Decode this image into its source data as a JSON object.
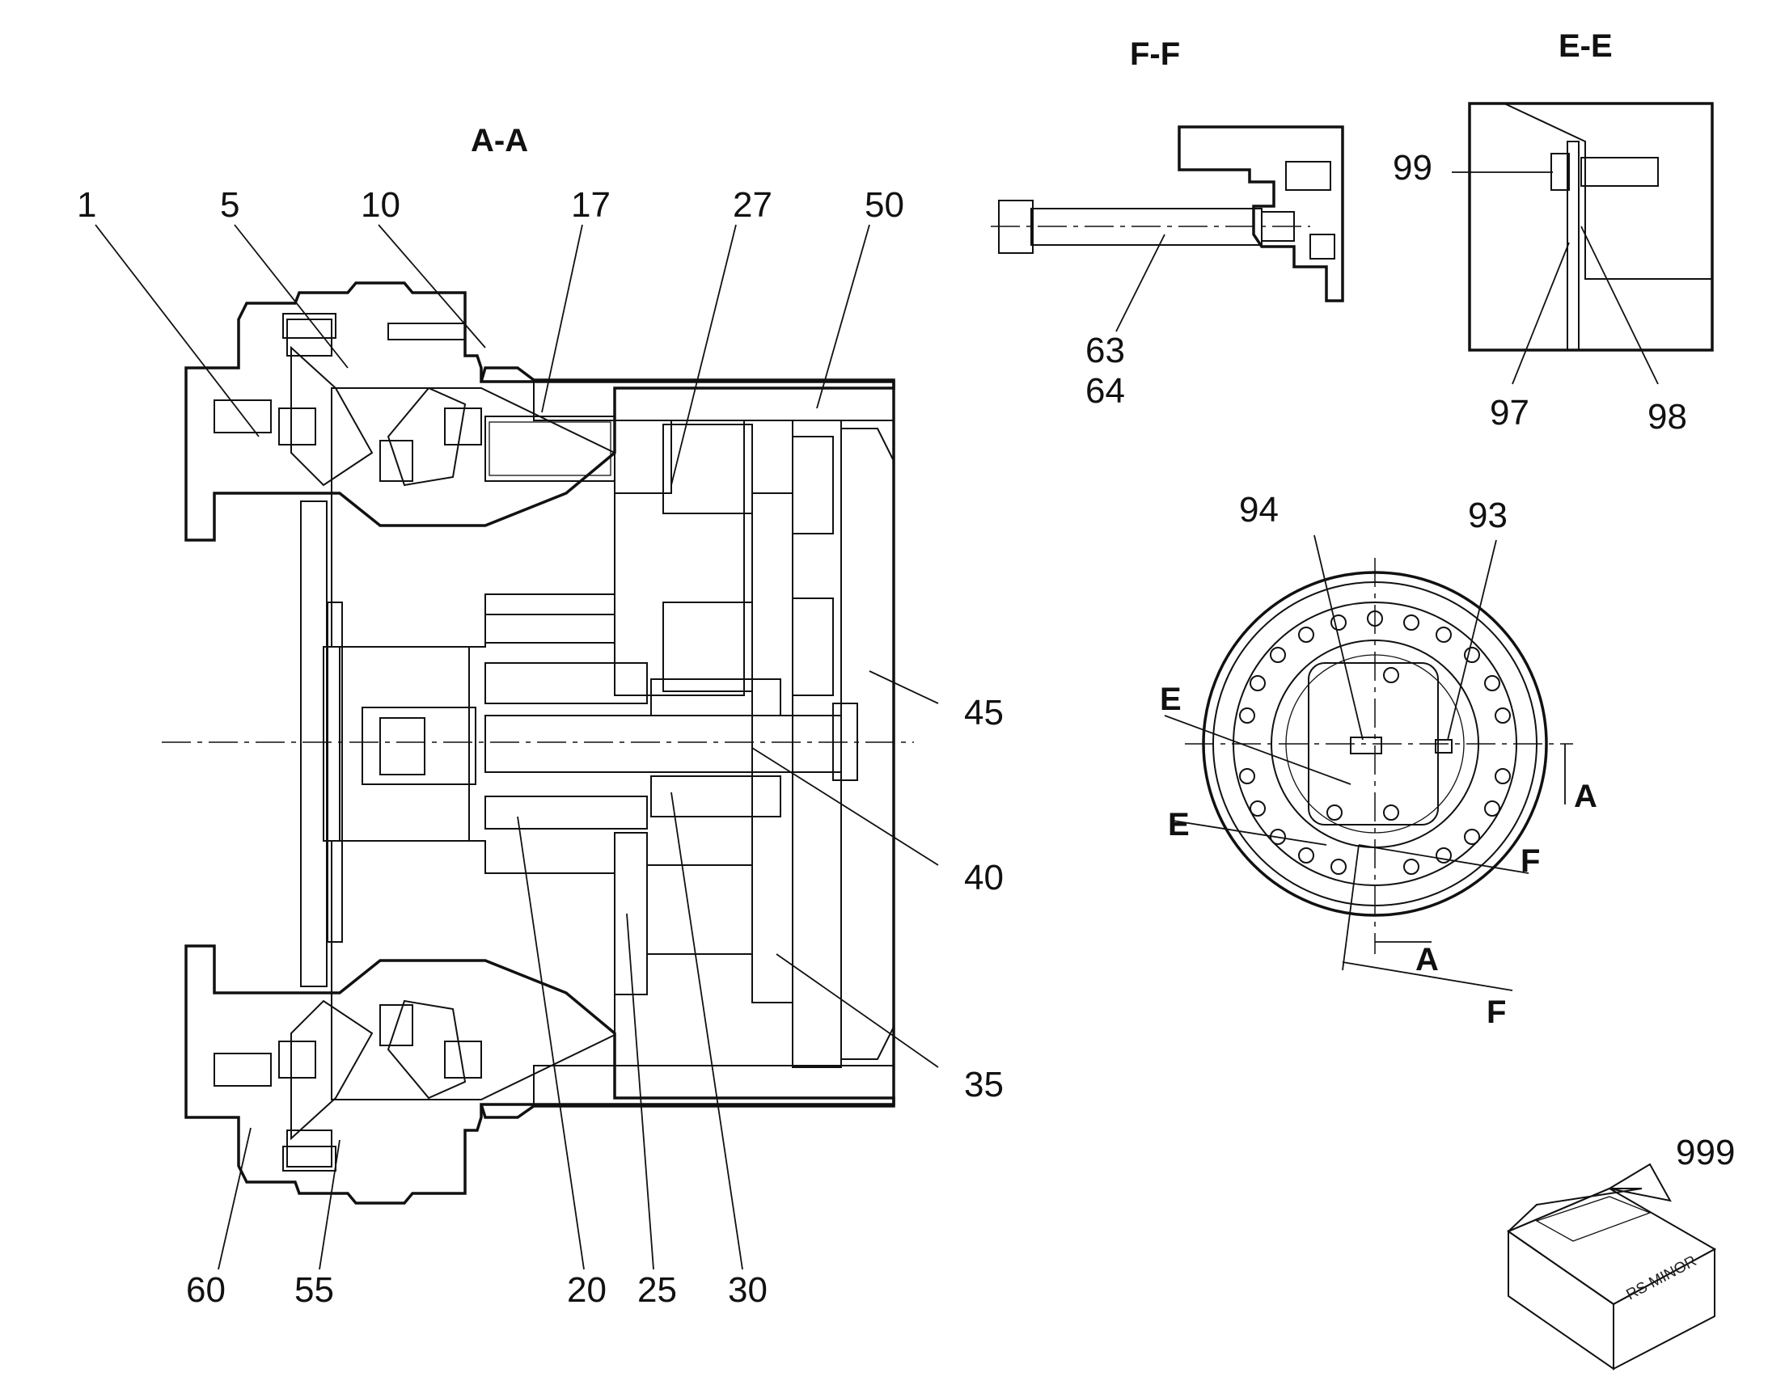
{
  "sections": {
    "aa": "A-A",
    "ff": "F-F",
    "ee": "E-E"
  },
  "labels": {
    "p1": "1",
    "p5": "5",
    "p10": "10",
    "p17": "17",
    "p27": "27",
    "p50": "50",
    "p45": "45",
    "p40": "40",
    "p35": "35",
    "p30": "30",
    "p25": "25",
    "p20": "20",
    "p55": "55",
    "p60": "60",
    "p63": "63",
    "p64": "64",
    "p99": "99",
    "p97": "97",
    "p98": "98",
    "p94": "94",
    "p93": "93",
    "p999": "999"
  },
  "cut_marks": {
    "e_top": "E",
    "e_bottom": "E",
    "f_right": "F",
    "f_bottom": "F",
    "a_right": "A",
    "a_bottom": "A"
  },
  "box": {
    "text": "RS MINOR"
  },
  "colors": {
    "line": "#111111",
    "background": "#ffffff"
  }
}
